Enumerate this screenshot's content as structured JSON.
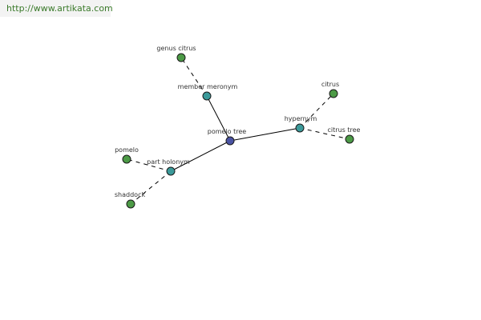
{
  "url": "http://www.artikata.com",
  "colors": {
    "center_node": "#4a53a3",
    "relation_node": "#3b9a9a",
    "leaf_node": "#4c9a46"
  },
  "nodes": [
    {
      "id": "pomelo-tree",
      "label": "pomelo tree",
      "kind": "center"
    },
    {
      "id": "member-meronym",
      "label": "member meronym",
      "kind": "relation"
    },
    {
      "id": "hypernym",
      "label": "hypernym",
      "kind": "relation"
    },
    {
      "id": "part-holonym",
      "label": "part holonym",
      "kind": "relation"
    },
    {
      "id": "genus-citrus",
      "label": "genus citrus",
      "kind": "leaf"
    },
    {
      "id": "citrus",
      "label": "citrus",
      "kind": "leaf"
    },
    {
      "id": "citrus-tree",
      "label": "citrus tree",
      "kind": "leaf"
    },
    {
      "id": "pomelo",
      "label": "pomelo",
      "kind": "leaf"
    },
    {
      "id": "shaddock",
      "label": "shaddock",
      "kind": "leaf"
    }
  ],
  "edges": [
    {
      "from": "pomelo-tree",
      "to": "member-meronym",
      "style": "solid"
    },
    {
      "from": "pomelo-tree",
      "to": "hypernym",
      "style": "solid"
    },
    {
      "from": "pomelo-tree",
      "to": "part-holonym",
      "style": "solid"
    },
    {
      "from": "member-meronym",
      "to": "genus-citrus",
      "style": "dashed"
    },
    {
      "from": "hypernym",
      "to": "citrus",
      "style": "dashed"
    },
    {
      "from": "hypernym",
      "to": "citrus-tree",
      "style": "dashed"
    },
    {
      "from": "part-holonym",
      "to": "pomelo",
      "style": "dashed"
    },
    {
      "from": "part-holonym",
      "to": "shaddock",
      "style": "dashed"
    }
  ]
}
